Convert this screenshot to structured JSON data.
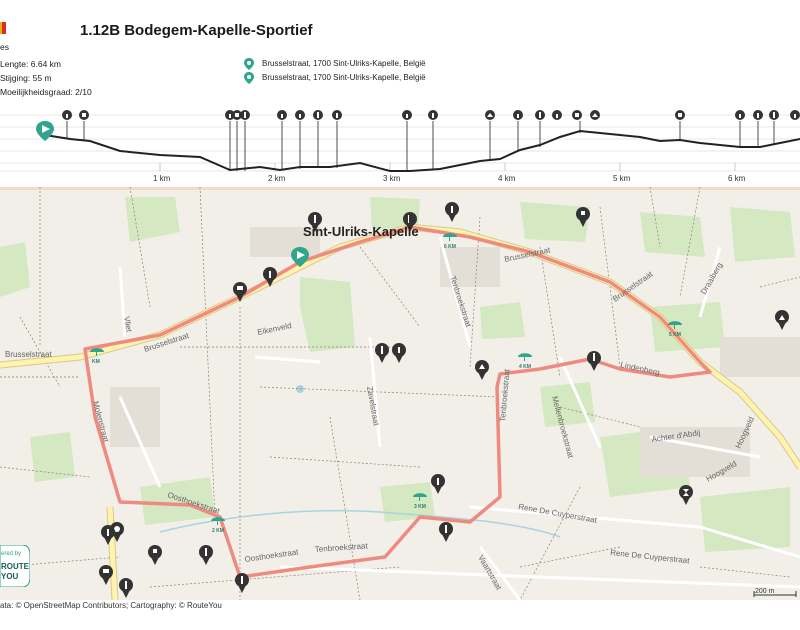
{
  "header": {
    "title": "1.12B Bodegem-Kapelle-Sportief",
    "stray_text": "es",
    "stats": [
      {
        "label": "Lengte:",
        "value": "6.64 km"
      },
      {
        "label": "Stijging:",
        "value": "55 m"
      },
      {
        "label": "Moeilijkheidsgraad:",
        "value": "2/10"
      }
    ],
    "start_address": "Brusselstraat, 1700 Sint-Ulriks-Kapelle, België",
    "end_address": "Brusselstraat, 1700 Sint-Ulriks-Kapelle, België"
  },
  "profile": {
    "tick_labels": [
      "1 km",
      "2 km",
      "3 km",
      "4 km",
      "5 km",
      "6 km"
    ]
  },
  "map": {
    "place_label": "Sint-Ulriks-Kapelle",
    "streets": [
      "Brusselstraat",
      "Brusselstraat",
      "Brusselstraat",
      "Brusselstraat",
      "Eikenveld",
      "Vliet",
      "Molenstraat",
      "Tenbroekstraat",
      "Zavelstraat",
      "Tenbroekstraat",
      "Lindenberg",
      "Mellenbroekstraat",
      "Draaiberg",
      "Hoogveld",
      "Achter d'Abdij",
      "Hoogveld",
      "Oosthoekstraat",
      "Oosthoekstraat",
      "Tenbroekstraat",
      "Rene De Cuyperstraat",
      "Rene De Cuyperstraat",
      "Vaartstraat"
    ],
    "km_markers": [
      "KM",
      "2 KM",
      "3 KM",
      "4 KM",
      "5 KM",
      "6 KM"
    ],
    "scale": "200 m",
    "attribution": "ata: © OpenStreetMap Contributors; Cartography: © RouteYou",
    "logo_lines": [
      "ered by",
      "ROUTE",
      "YOU"
    ]
  },
  "colors": {
    "route": "#ef8a80",
    "accent": "#2fa58b",
    "poi": "#333333",
    "forest": "#d4e8c2",
    "road_major": "#fff3b0"
  }
}
